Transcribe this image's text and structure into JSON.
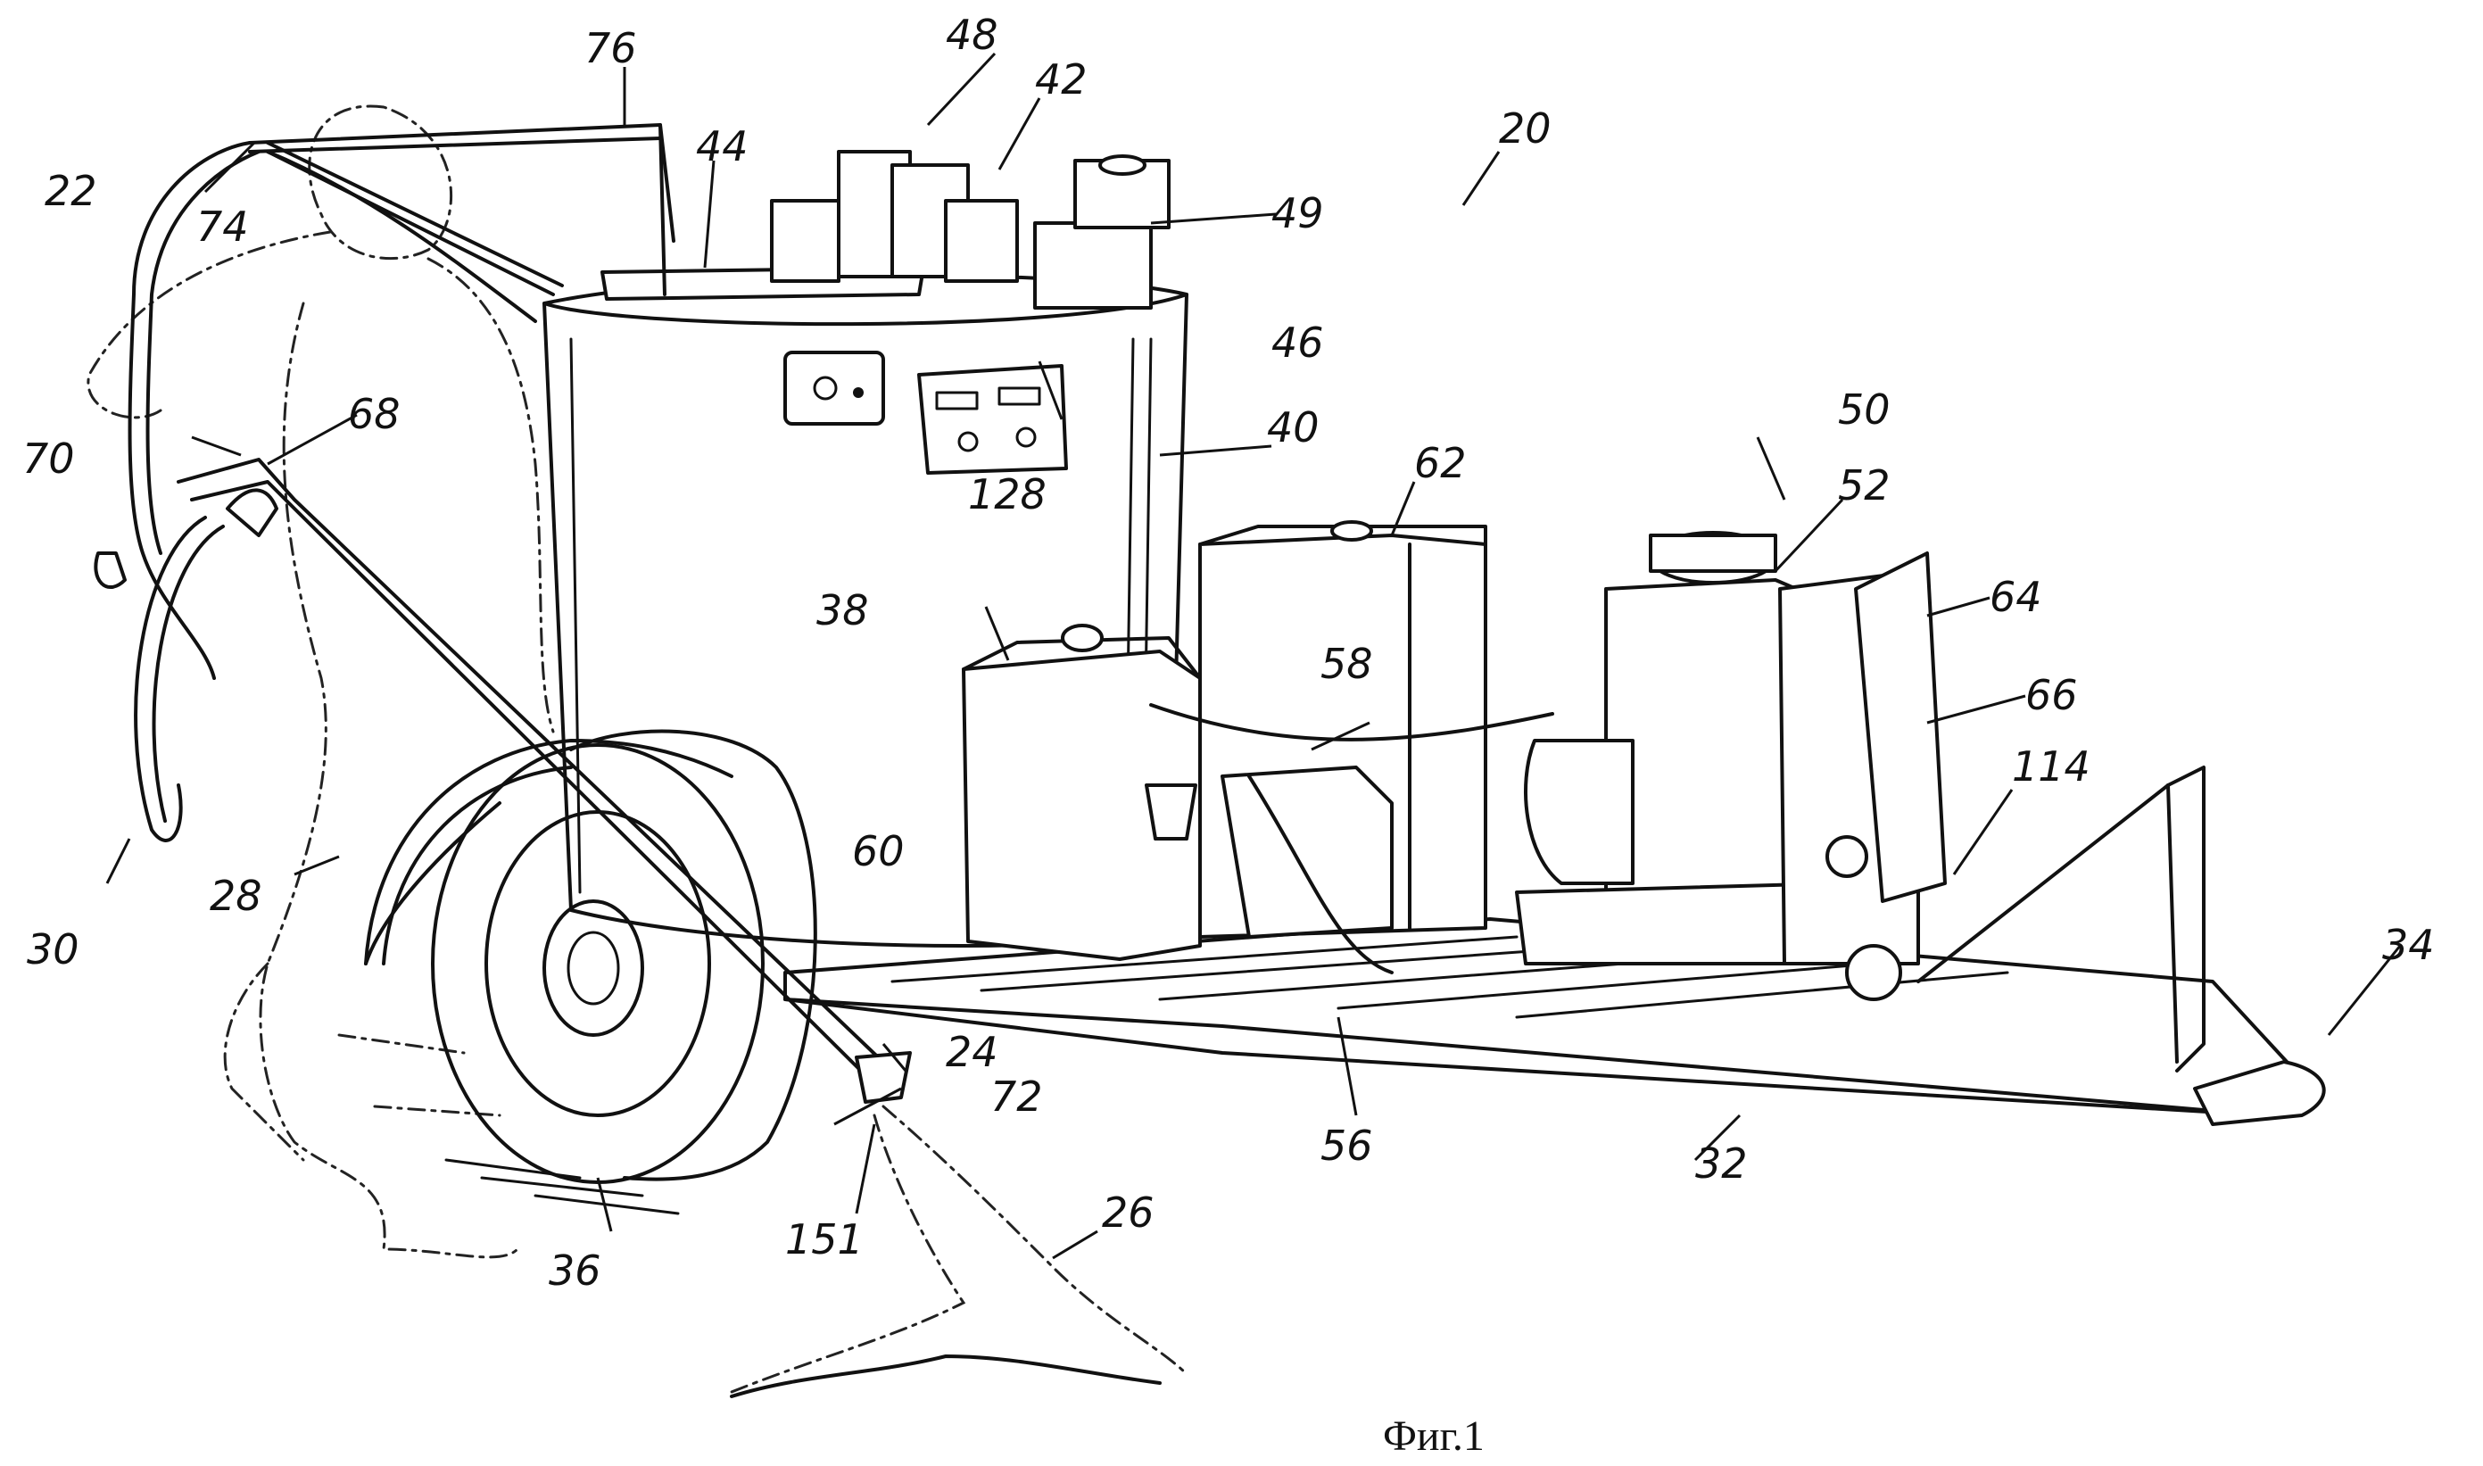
{
  "caption": "Фиг.1",
  "reference_numerals": {
    "n20": "20",
    "n22": "22",
    "n24": "24",
    "n26": "26",
    "n28": "28",
    "n30": "30",
    "n32": "32",
    "n34": "34",
    "n36": "36",
    "n38": "38",
    "n40": "40",
    "n42": "42",
    "n44": "44",
    "n46": "46",
    "n48": "48",
    "n49": "49",
    "n50": "50",
    "n52": "52",
    "n56": "56",
    "n58": "58",
    "n60": "60",
    "n62": "62",
    "n64": "64",
    "n66": "66",
    "n68": "68",
    "n70": "70",
    "n72": "72",
    "n74": "74",
    "n76": "76",
    "n114": "114",
    "n128": "128",
    "n151": "151"
  }
}
